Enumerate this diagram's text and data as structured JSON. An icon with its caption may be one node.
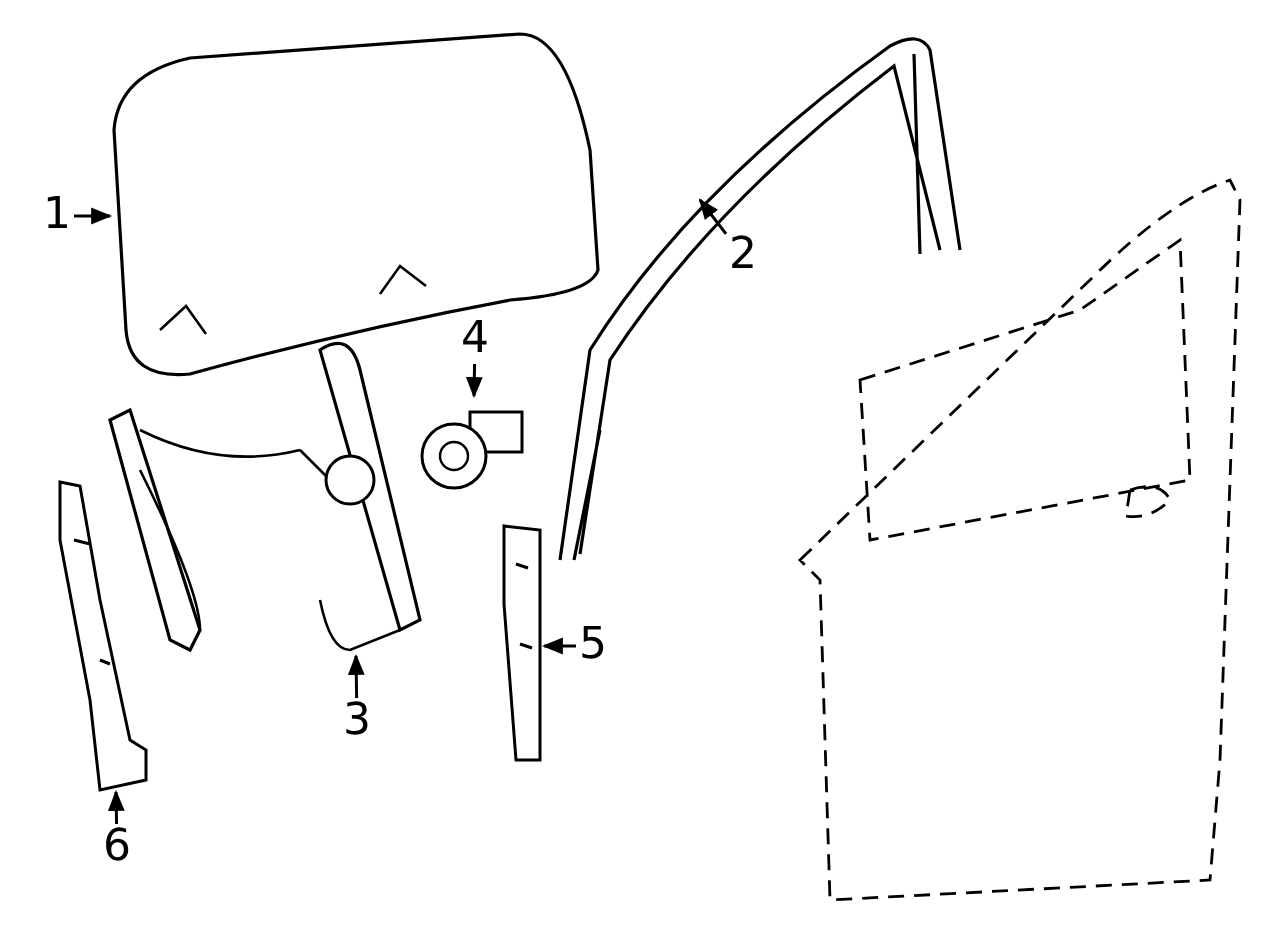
{
  "diagram": {
    "nodes": [
      {
        "text": [
          "1"
        ]
      },
      {
        "text": [
          "2"
        ],
        "in": 7
      },
      {
        "text": [
          "3"
        ]
      },
      {
        "text": [
          "4"
        ]
      },
      {
        "text": [
          "5"
        ]
      },
      {
        "text": [
          "6"
        ]
      },
      {
        "text": [],
        "shape": "picture"
      },
      {
        "text": [],
        "shape": "picture"
      },
      {
        "text": [],
        "shape": "picture"
      },
      {
        "text": [],
        "shape": "picture"
      },
      {
        "text": [],
        "shape": "picture"
      },
      {
        "text": [],
        "shape": "picture"
      }
    ],
    "edges": [
      {
        "from": 0,
        "to": 6,
        "arrow": "to"
      },
      {
        "from": 1,
        "to": 7,
        "arrow": "to"
      },
      {
        "from": 2,
        "to": 8,
        "arrow": "to"
      },
      {
        "from": 3,
        "to": 9,
        "arrow": "to"
      },
      {
        "from": 4,
        "to": 10,
        "arrow": "to"
      },
      {
        "from": 5,
        "to": 11,
        "arrow": "to"
      }
    ]
  }
}
